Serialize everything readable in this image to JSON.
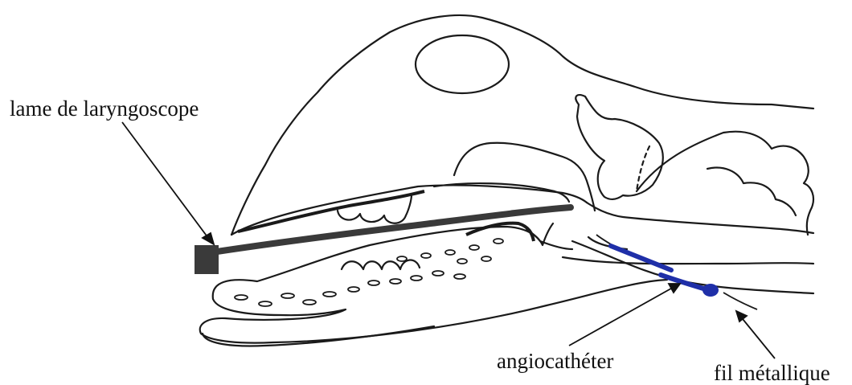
{
  "labels": {
    "laryngoscope_blade": "lame de laryngoscope",
    "catheter": "angiocathéter",
    "wire": "fil métallique"
  },
  "colors": {
    "outline": "#1a1a1a",
    "blade": "#3a3a3a",
    "catheter": "#1f2fa8",
    "background": "#ffffff"
  }
}
